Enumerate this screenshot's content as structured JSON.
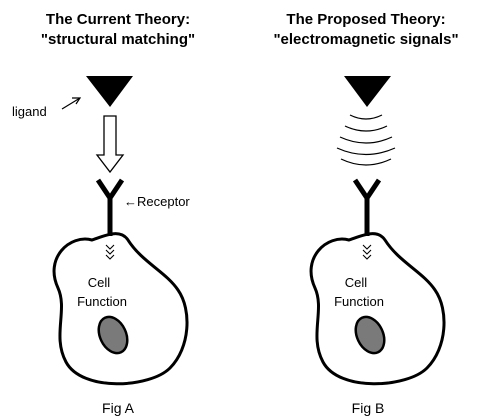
{
  "panel_a": {
    "title": "The Current Theory:",
    "subtitle": "\"structural matching\"",
    "ligand_label": "ligand",
    "receptor_label": "←Receptor",
    "cell_label_1": "Cell",
    "cell_label_2": "Function",
    "caption": "Fig A"
  },
  "panel_b": {
    "title": "The Proposed Theory:",
    "subtitle": "\"electromagnetic signals\"",
    "cell_label_1": "Cell",
    "cell_label_2": "Function",
    "caption": "Fig B"
  },
  "colors": {
    "ink": "#000000",
    "nucleus_fill": "#7a7a7a",
    "background": "#ffffff"
  }
}
